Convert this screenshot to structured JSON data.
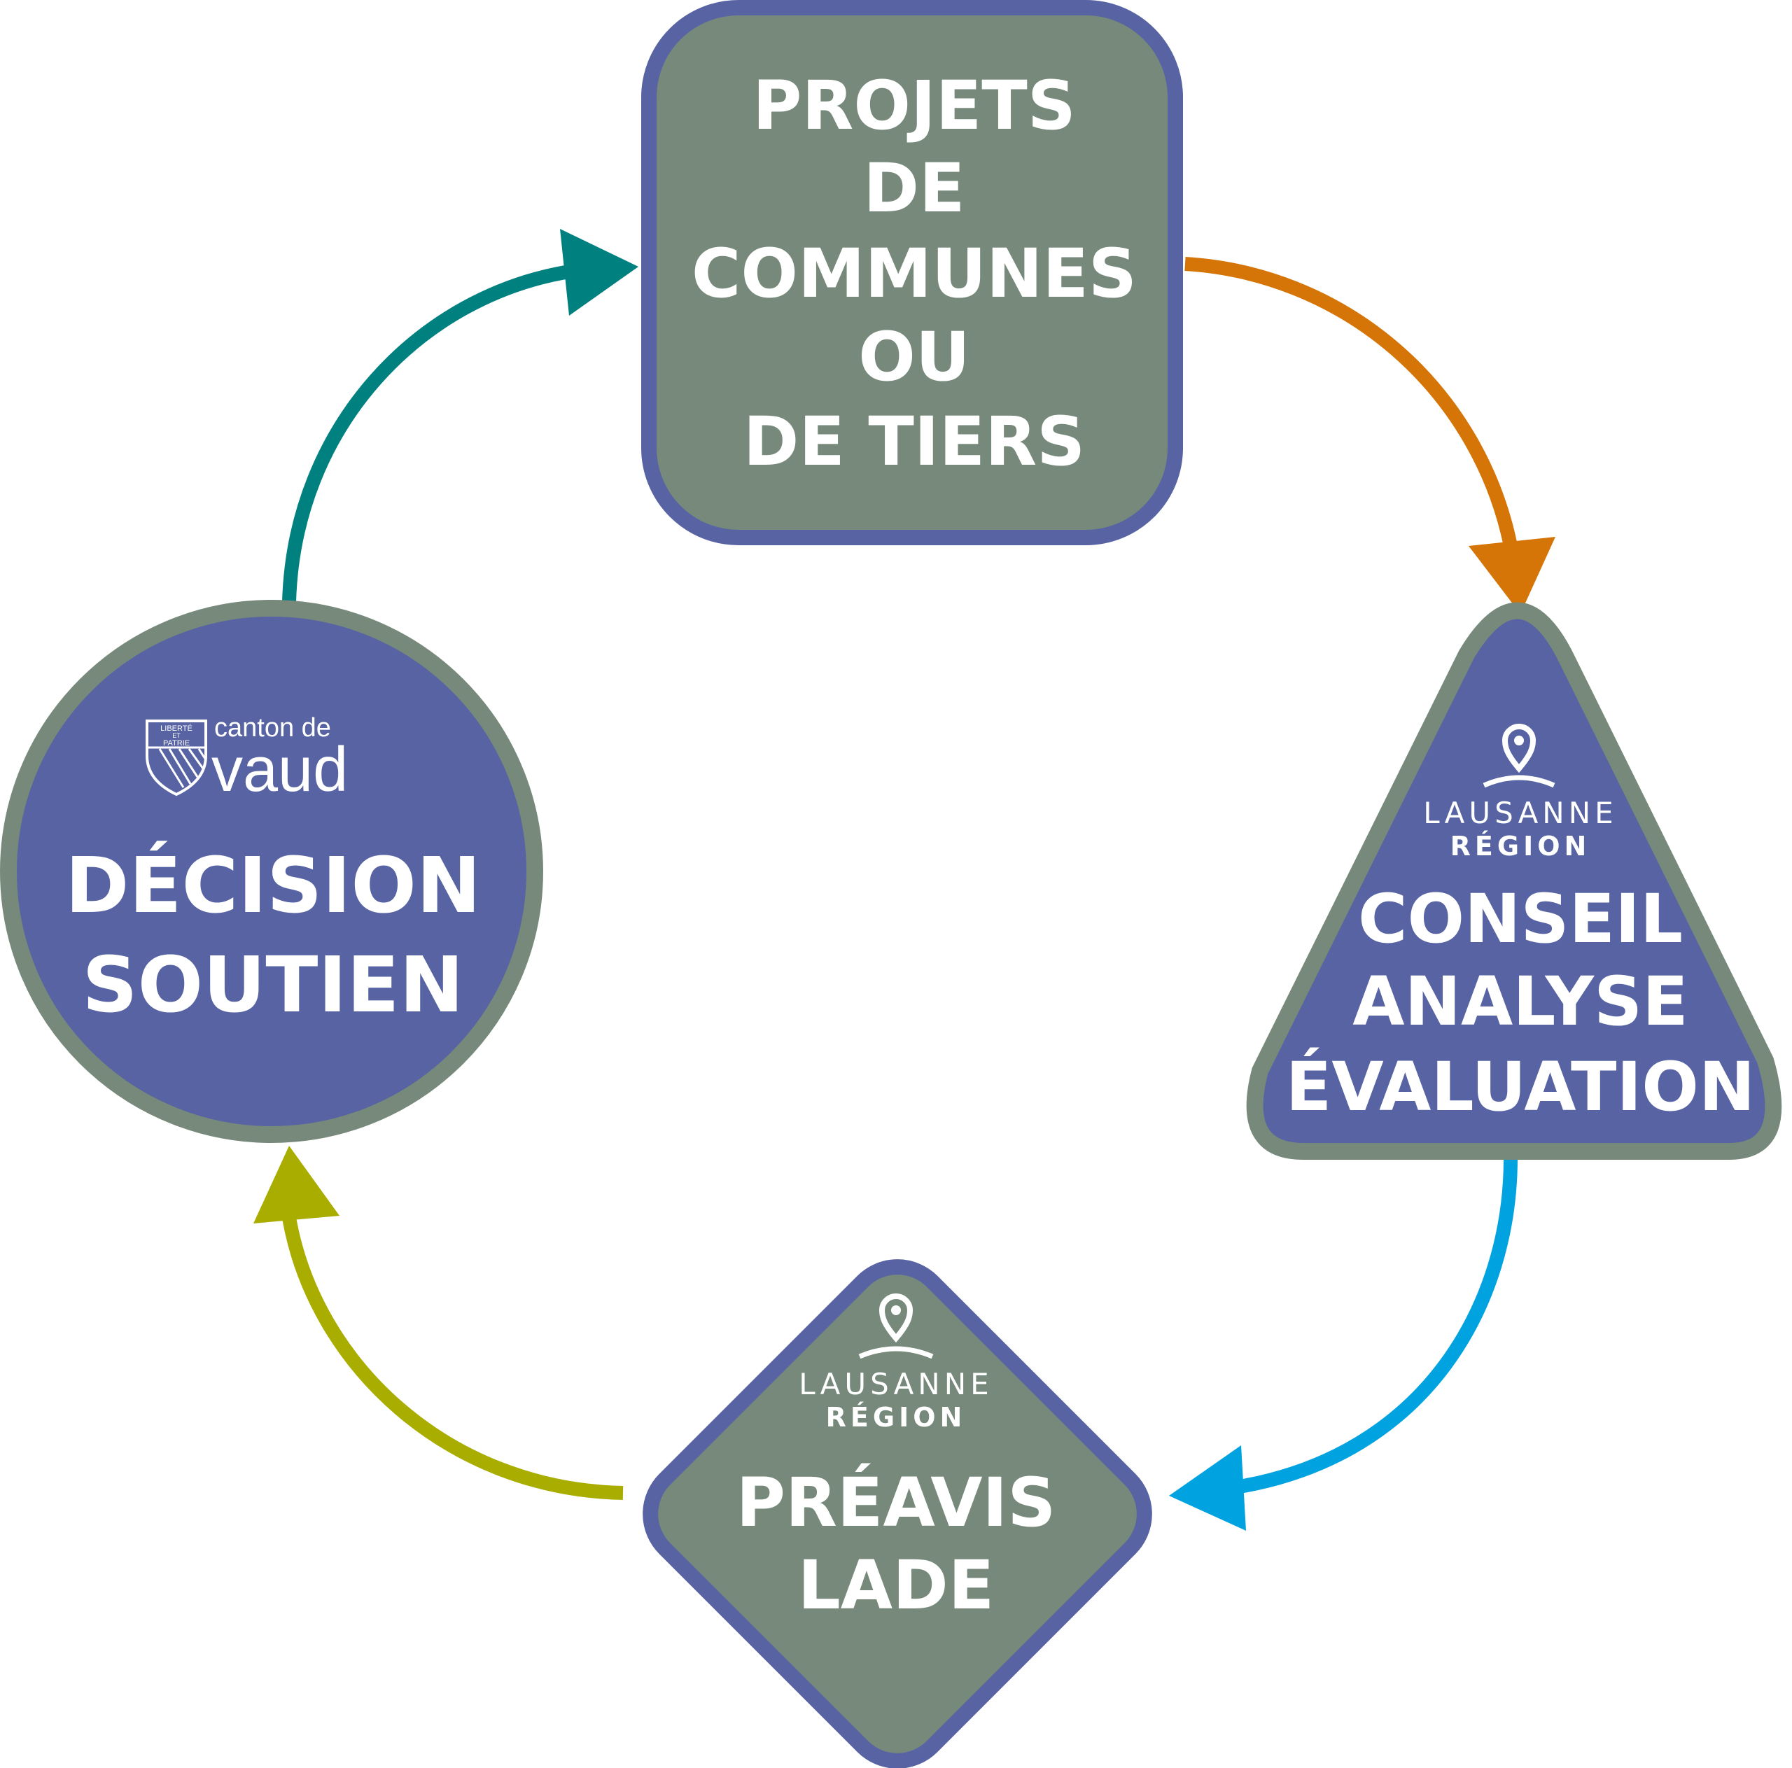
{
  "colors": {
    "node_green": "#76897a",
    "node_purple": "#5763a3",
    "arrow_orange": "#d57407",
    "arrow_blue": "#00a3e0",
    "arrow_olive": "#a9ad00",
    "arrow_teal": "#00807f",
    "text": "#ffffff"
  },
  "nodes": {
    "projets": {
      "shape": "rounded-square",
      "lines": [
        "PROJETS",
        "DE",
        "COMMUNES",
        "OU",
        "DE TIERS"
      ]
    },
    "conseil": {
      "shape": "triangle",
      "logo": {
        "icon": "location-pin-icon",
        "line1": "LAUSANNE",
        "line2": "RÉGION"
      },
      "lines": [
        "CONSEIL",
        "ANALYSE",
        "ÉVALUATION"
      ]
    },
    "preavis": {
      "shape": "diamond",
      "logo": {
        "icon": "location-pin-icon",
        "line1": "LAUSANNE",
        "line2": "RÉGION"
      },
      "lines": [
        "PRÉAVIS",
        "LADE"
      ]
    },
    "decision": {
      "shape": "circle",
      "logo": {
        "icon": "vaud-shield-icon",
        "shield_top": "LIBERTÉ",
        "shield_mid": "ET",
        "shield_bottom": "PATRIE",
        "line1": "canton de",
        "line2": "vaud"
      },
      "lines": [
        "DÉCISION",
        "SOUTIEN"
      ]
    }
  },
  "edges": [
    {
      "from": "projets",
      "to": "conseil",
      "color_key": "arrow_orange"
    },
    {
      "from": "conseil",
      "to": "preavis",
      "color_key": "arrow_blue"
    },
    {
      "from": "preavis",
      "to": "decision",
      "color_key": "arrow_olive"
    },
    {
      "from": "decision",
      "to": "projets",
      "color_key": "arrow_teal"
    }
  ]
}
